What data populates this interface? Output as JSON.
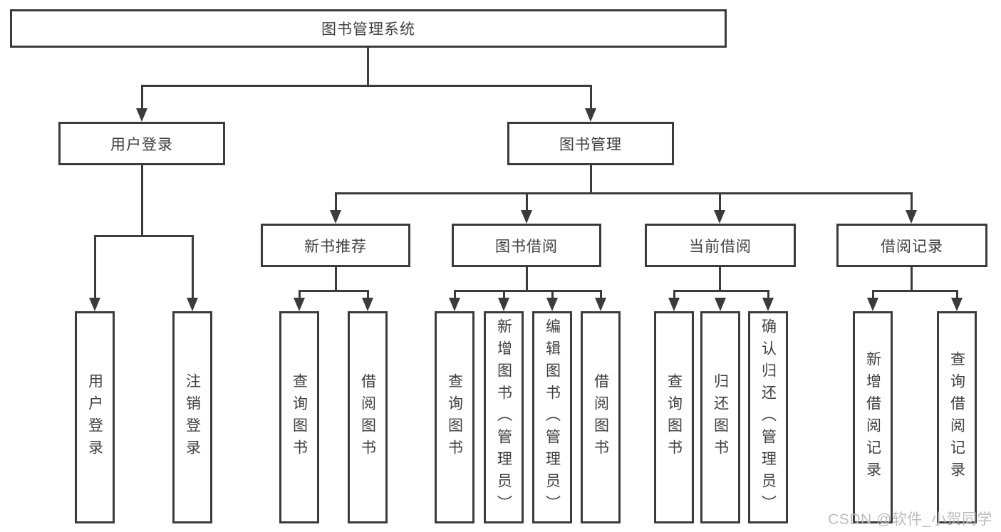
{
  "watermark": "CSDN @软件_小贺同学",
  "colors": {
    "line": "#3b3b3b",
    "box_border": "#3b3b3b",
    "text": "#3f3f3f",
    "watermark": "#bcbcbc",
    "background": "#ffffff"
  },
  "tree": {
    "root": {
      "label": "图书管理系统",
      "children": [
        {
          "label": "用户登录",
          "children": [
            {
              "label": "用户登录"
            },
            {
              "label": "注销登录"
            }
          ]
        },
        {
          "label": "图书管理",
          "children": [
            {
              "label": "新书推荐",
              "children": [
                {
                  "label": "查询图书"
                },
                {
                  "label": "借阅图书"
                }
              ]
            },
            {
              "label": "图书借阅",
              "children": [
                {
                  "label": "查询图书"
                },
                {
                  "label": "新增图书（管理员）"
                },
                {
                  "label": "编辑图书（管理员）"
                },
                {
                  "label": "借阅图书"
                }
              ]
            },
            {
              "label": "当前借阅",
              "children": [
                {
                  "label": "查询图书"
                },
                {
                  "label": "归还图书"
                },
                {
                  "label": "确认归还（管理员）"
                }
              ]
            },
            {
              "label": "借阅记录",
              "children": [
                {
                  "label": "新增借阅记录"
                },
                {
                  "label": "查询借阅记录"
                }
              ]
            }
          ]
        }
      ]
    }
  }
}
